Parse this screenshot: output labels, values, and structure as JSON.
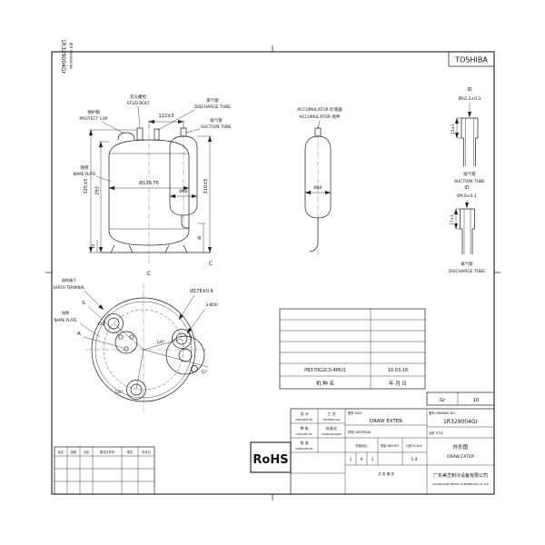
{
  "sheet": {
    "brand": "TOSHIBA",
    "drawing_no_vertical": "1R329004Gr",
    "drawing_no_vertical_label": "图号 DRAWING NO.",
    "rohs": "RoHS"
  },
  "callouts": {
    "stud_bolt_cn": "双头螺栓",
    "stud_bolt_en": "STUD BOLT",
    "protect_cap_cn": "保护帽",
    "protect_cap_en": "PROTECT CAP",
    "discharge_tube_cn": "排气管",
    "discharge_tube_en": "DISCHARGE TUBE",
    "suction_tube_cn": "吸气管",
    "suction_tube_en": "SUCTION TUBE",
    "name_plate_cn": "铭牌",
    "name_plate_en": "NAME PLATE",
    "accumulator_line1": "ACCUMULATOR 贮液器",
    "accumulator_line2": "ACCUMULATOR 组件",
    "earth_terminal_cn": "接地端子",
    "earth_terminal_en": "EARTH TERMINAL",
    "name_plate2_cn": "铭牌",
    "name_plate2_en": "NAME PLATE",
    "suction_detail_cn": "吸气管",
    "suction_detail_en": "SUCTION TUBE",
    "discharge_detail_cn": "排气管",
    "discharge_detail_en": "DISCHARGE TUBE",
    "section_c": "C",
    "terminal_s": "S",
    "terminal_r": "R"
  },
  "dimensions": {
    "pitch_top": "122±3",
    "body_dia": "Ø139.75",
    "overall_height": "325±5",
    "shell_height": "293",
    "base_height": "22",
    "acc_dia": "Ø80",
    "acc_height": "310±5",
    "acc_bottom": "48",
    "acc_single_dia": "Ø80",
    "suction_id": "ID",
    "suction_dia": "Ø16.2±0.3",
    "suction_depth": "15±1",
    "discharge_id": "ID",
    "discharge_dia": "Ø9.8±0.1",
    "discharge_depth": "17±1",
    "bolt_circle": "Ø176±0.6",
    "bolt_holes": "3-Ø20",
    "angle_1": "120°",
    "angle_2": "120°",
    "angle_3": "120°",
    "angle_4": "51°"
  },
  "model_table": {
    "model": "PB370G2CS-4MU1",
    "date": "10.03.16",
    "model_label": "机 种 名",
    "date_label": "年 月 日"
  },
  "title_block": {
    "gr_label": "Gr",
    "gr_value": "10",
    "designed_cn": "设 计",
    "designed_en": "DESIGNED BY",
    "checked_cn": "审 核",
    "checked_en": "CHECKED BY",
    "approved_cn": "批 准",
    "approved_en": "APPROVED BY",
    "technology_cn": "工 艺",
    "technology_en": "TECHNOLOGY",
    "standard_cn": "标准化",
    "standard_en": "STANDARDIZED",
    "assy_label": "图号 ASSY.",
    "assy_value": "DRAW EXTER",
    "material_label": "材料 MATERIAL",
    "drawing_no_label": "图号 DRAWING NO.",
    "drawing_no": "1R329004Gr",
    "title_label": "名称 TITLE",
    "part_name_cn": "外形图",
    "part_name_en": "DRAW EXTER",
    "stage_label": "阶段标记",
    "weight_label": "重量 WEIGHT",
    "scale_label": "比例 SCALE",
    "stage_1": "1",
    "stage_2": "9",
    "stage_3": "1",
    "scale_value": "1:4",
    "sheet_label": "共 张 第 张",
    "company_cn": "广东美芝制冷设备有限公司",
    "company_en": "GUANGDONG MEIZHI COMPRESSOR CO.,LTD"
  },
  "revision_table": {
    "h1": "标记",
    "h2": "处数",
    "h3": "分区",
    "h4": "更改文件号",
    "h5": "签名",
    "h6": "年月日"
  }
}
